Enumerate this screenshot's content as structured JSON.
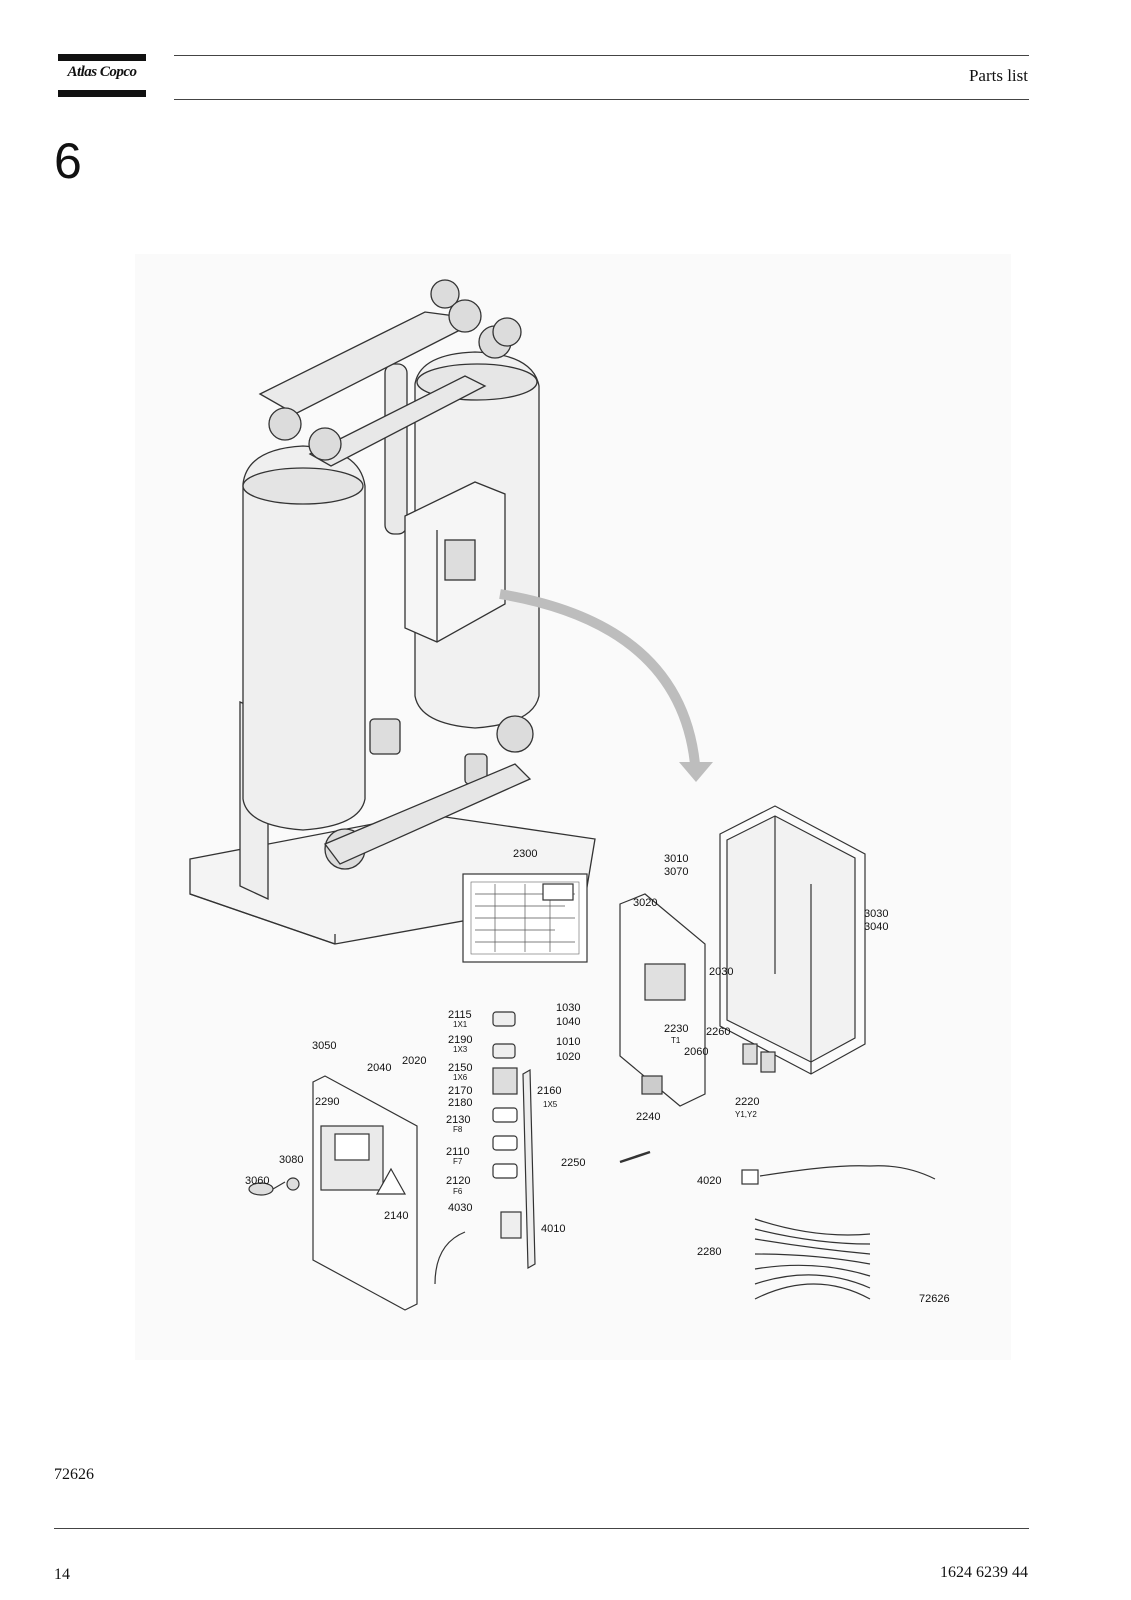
{
  "header": {
    "logo_text": "Atlas Copco",
    "title": "Parts list"
  },
  "chapter_number": "6",
  "figure": {
    "figure_id": "72626",
    "part_labels": [
      {
        "number": "2300"
      },
      {
        "number": "3010"
      },
      {
        "number": "3070"
      },
      {
        "number": "3020"
      },
      {
        "number": "3030"
      },
      {
        "number": "3040"
      },
      {
        "number": "2030"
      },
      {
        "number": "2115",
        "sub": "1X1"
      },
      {
        "number": "1030"
      },
      {
        "number": "1040"
      },
      {
        "number": "2190",
        "sub": "1X3"
      },
      {
        "number": "1010"
      },
      {
        "number": "1020"
      },
      {
        "number": "2230",
        "sub": "T1"
      },
      {
        "number": "2260"
      },
      {
        "number": "2060"
      },
      {
        "number": "3050"
      },
      {
        "number": "2040"
      },
      {
        "number": "2020"
      },
      {
        "number": "2150",
        "sub": "1X6"
      },
      {
        "number": "2170"
      },
      {
        "number": "2180"
      },
      {
        "number": "2160",
        "sub": "1X5"
      },
      {
        "number": "2220",
        "sub": "Y1,Y2"
      },
      {
        "number": "2240"
      },
      {
        "number": "2290"
      },
      {
        "number": "2130",
        "sub": "F8"
      },
      {
        "number": "2110",
        "sub": "F7"
      },
      {
        "number": "3080"
      },
      {
        "number": "3060"
      },
      {
        "number": "2120",
        "sub": "F6"
      },
      {
        "number": "2250"
      },
      {
        "number": "4020"
      },
      {
        "number": "2140"
      },
      {
        "number": "4030"
      },
      {
        "number": "4010"
      },
      {
        "number": "2280"
      }
    ]
  },
  "figure_reference": "72626",
  "footer": {
    "page_number": "14",
    "document_number": "1624 6239 44"
  }
}
